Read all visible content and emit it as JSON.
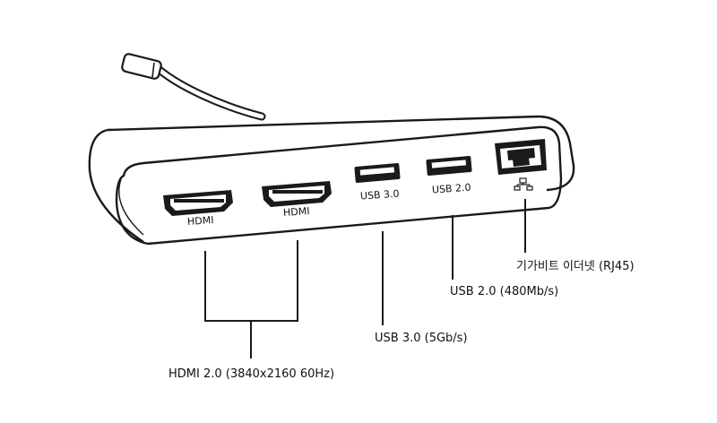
{
  "ports": {
    "hdmi_1": "HDMI",
    "hdmi_2": "HDMI",
    "usb3": "USB 3.0",
    "usb2": "USB 2.0"
  },
  "callouts": {
    "hdmi": "HDMI 2.0 (3840x2160 60Hz)",
    "usb3": "USB 3.0 (5Gb/s)",
    "usb2": "USB 2.0 (480Mb/s)",
    "ethernet": "기가비트 이더넷 (RJ45)"
  },
  "icons": {
    "network": "network-icon"
  }
}
